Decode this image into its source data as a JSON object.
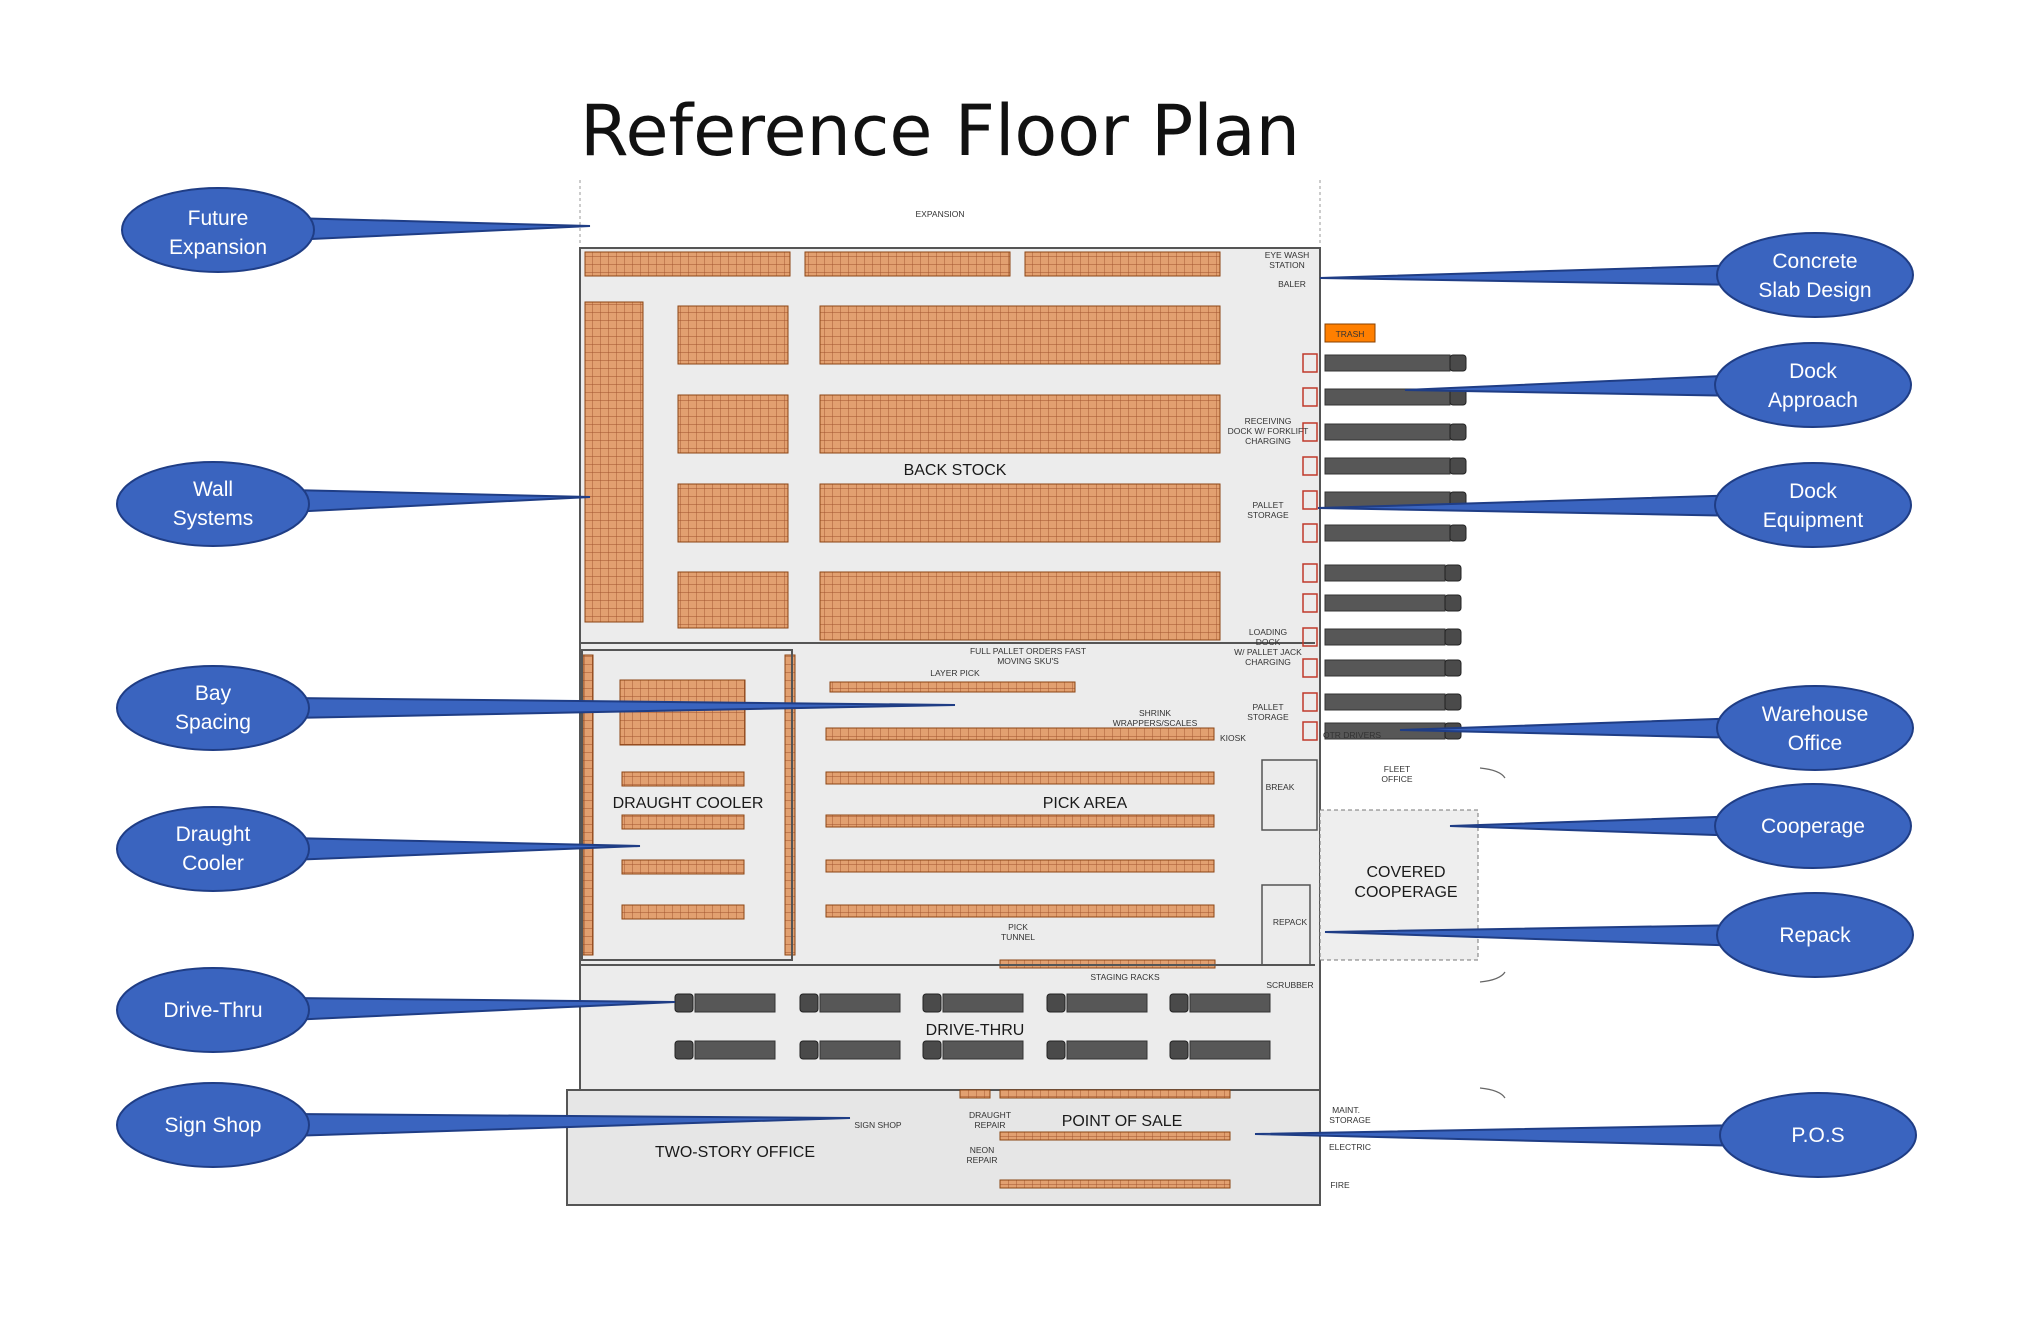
{
  "title": "Reference Floor Plan",
  "colors": {
    "callout_fill": "#3a64bf",
    "callout_stroke": "#1f3d85",
    "racking": "#e2a070",
    "racking_line": "#a0522d",
    "floor": "#ececec",
    "wall": "#555555",
    "truck": "#575757",
    "trash": "#ff7f00"
  },
  "callouts": {
    "future_expansion": [
      "Future",
      "Expansion"
    ],
    "wall_systems": [
      "Wall",
      "Systems"
    ],
    "bay_spacing": [
      "Bay",
      "Spacing"
    ],
    "draught_cooler": [
      "Draught",
      "Cooler"
    ],
    "drive_thru": [
      "Drive-Thru"
    ],
    "sign_shop": [
      "Sign Shop"
    ],
    "concrete_slab": [
      "Concrete",
      "Slab Design"
    ],
    "dock_approach": [
      "Dock",
      "Approach"
    ],
    "dock_equipment": [
      "Dock",
      "Equipment"
    ],
    "warehouse_office": [
      "Warehouse",
      "Office"
    ],
    "cooperage": [
      "Cooperage"
    ],
    "repack": [
      "Repack"
    ],
    "pos": [
      "P.O.S"
    ]
  },
  "areas": {
    "expansion": "EXPANSION",
    "back_stock": "BACK STOCK",
    "draught_cooler": "DRAUGHT COOLER",
    "pick_area": "PICK AREA",
    "drive_thru": "DRIVE-THRU",
    "two_story_office": "TWO-STORY OFFICE",
    "point_of_sale": "POINT OF SALE",
    "covered_cooperage": [
      "COVERED",
      "COOPERAGE"
    ]
  },
  "small_labels": {
    "eye_wash": [
      "EYE WASH",
      "STATION"
    ],
    "baler": "BALER",
    "trash": "TRASH",
    "receiving": [
      "RECEIVING",
      "DOCK W/ FORKLIFT",
      "CHARGING"
    ],
    "pallet_storage_1": [
      "PALLET",
      "STORAGE"
    ],
    "loading_dock": [
      "LOADING",
      "DOCK",
      "W/ PALLET JACK",
      "CHARGING"
    ],
    "pallet_storage_2": [
      "PALLET",
      "STORAGE"
    ],
    "full_pallet": [
      "FULL PALLET ORDERS FAST",
      "MOVING SKU'S"
    ],
    "layer_pick": "LAYER PICK",
    "shrink": [
      "SHRINK",
      "WRAPPERS/SCALES"
    ],
    "kiosk": "KIOSK",
    "otr_drivers": "OTR DRIVERS",
    "fleet_office": [
      "FLEET",
      "OFFICE"
    ],
    "break": "BREAK",
    "repack": "REPACK",
    "pick_tunnel": [
      "PICK",
      "TUNNEL"
    ],
    "staging_racks": "STAGING RACKS",
    "scrubber": "SCRUBBER",
    "sign_shop": "SIGN SHOP",
    "draught_repair": [
      "DRAUGHT",
      "REPAIR"
    ],
    "neon_repair": [
      "NEON",
      "REPAIR"
    ],
    "maint_storage": [
      "MAINT.",
      "STORAGE"
    ],
    "electric": "ELECTRIC",
    "fire": "FIRE"
  }
}
